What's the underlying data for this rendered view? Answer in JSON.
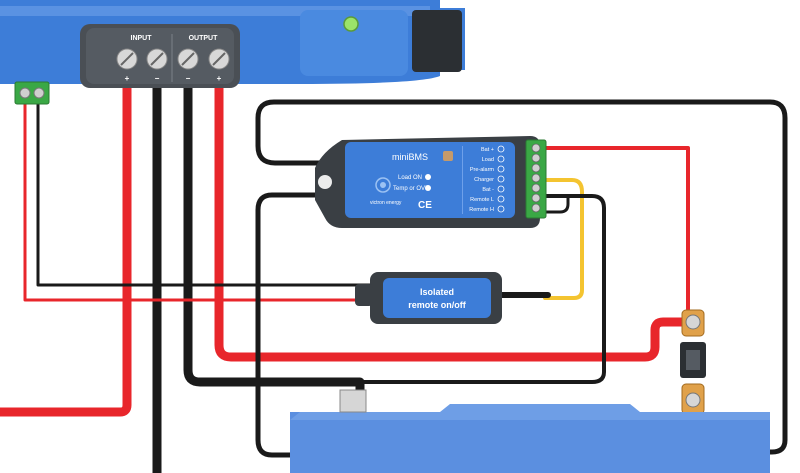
{
  "charger": {
    "input_label": "INPUT",
    "output_label": "OUTPUT",
    "terminal_signs": [
      "+",
      "−",
      "−",
      "+"
    ]
  },
  "minibms": {
    "name": "miniBMS",
    "load_on_label": "Load ON",
    "temp_ovp_label": "Temp or OVP",
    "brand": "victron energy",
    "ce_mark": "CE",
    "terminal_labels": [
      "Bat +",
      "Load",
      "Pre-alarm",
      "Charger",
      "Bat -",
      "Remote L",
      "Remote H"
    ]
  },
  "remote_switch": {
    "line1": "Isolated",
    "line2": "remote on/off"
  },
  "colors": {
    "device_blue": "#3d7dd8",
    "dark_housing": "#3a3f44",
    "wire_red": "#e8262b",
    "wire_black": "#1a1a1a",
    "wire_yellow": "#f4c430",
    "connector_green": "#3aa845",
    "battery_blue": "#5b8fe0"
  }
}
